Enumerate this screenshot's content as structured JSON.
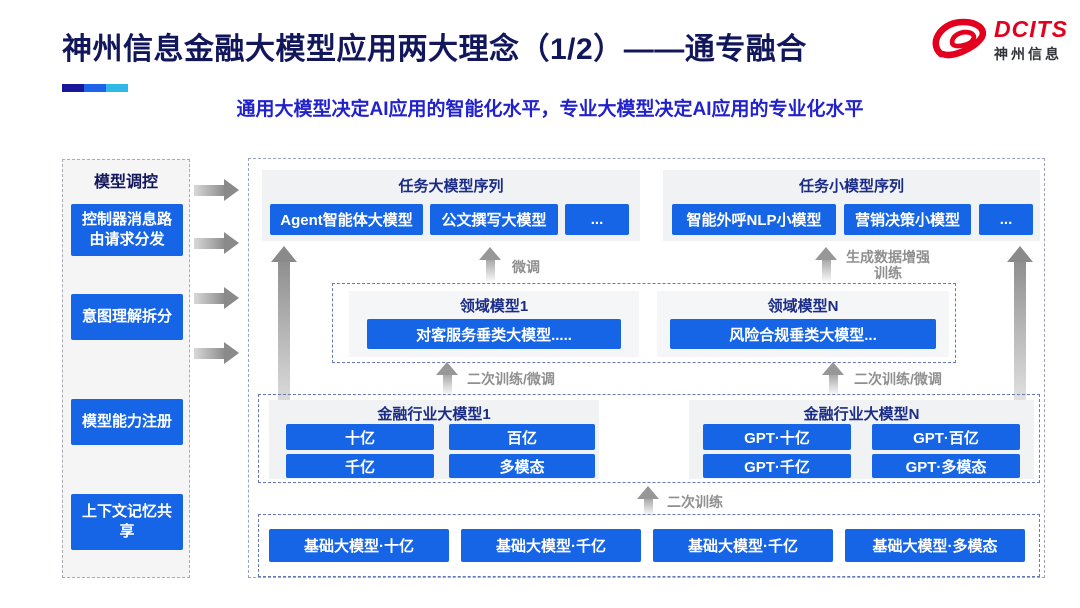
{
  "title": "神州信息金融大模型应用两大理念（1/2）——通专融合",
  "subtitle": "通用大模型决定AI应用的智能化水平，专业大模型决定AI应用的专业化水平",
  "logo": {
    "brand": "DCITS",
    "brand_cn": "神州信息"
  },
  "sidebar": {
    "header": "模型调控",
    "items": [
      {
        "label": "控制器消息路由请求分发"
      },
      {
        "label": "意图理解拆分"
      },
      {
        "label": "模型能力注册"
      },
      {
        "label": "上下文记忆共享"
      }
    ]
  },
  "task_groups": [
    {
      "title": "任务大模型序列",
      "chips": [
        "Agent智能体大模型",
        "公文撰写大模型",
        "..."
      ]
    },
    {
      "title": "任务小模型序列",
      "chips": [
        "智能外呼NLP小模型",
        "营销决策小模型",
        "..."
      ]
    }
  ],
  "domain_groups": [
    {
      "title": "领域模型1",
      "chip": "对客服务垂类大模型....."
    },
    {
      "title": "领域模型N",
      "chip": "风险合规垂类大模型..."
    }
  ],
  "industry_groups": [
    {
      "title": "金融行业大模型1",
      "chips": [
        "十亿",
        "百亿",
        "千亿",
        "多模态"
      ]
    },
    {
      "title": "金融行业大模型N",
      "chips": [
        "GPT·十亿",
        "GPT·百亿",
        "GPT·千亿",
        "GPT·多模态"
      ]
    }
  ],
  "base_models": [
    "基础大模型·十亿",
    "基础大模型·千亿",
    "基础大模型·千亿",
    "基础大模型·多模态"
  ],
  "labels": {
    "fine_tune": "微调",
    "gen_data_training": "生成数据增强训练",
    "retrain_ft_left": "二次训练/微调",
    "retrain_ft_right": "二次训练/微调",
    "retrain": "二次训练"
  },
  "colors": {
    "accent_navy": "#181898",
    "accent_blue": "#1E63E8",
    "accent_cyan": "#30B8EA",
    "chip_blue": "#1565E6",
    "brand_red": "#E3001E",
    "title_navy": "#12175C",
    "subtitle_blue": "#2222CC"
  }
}
